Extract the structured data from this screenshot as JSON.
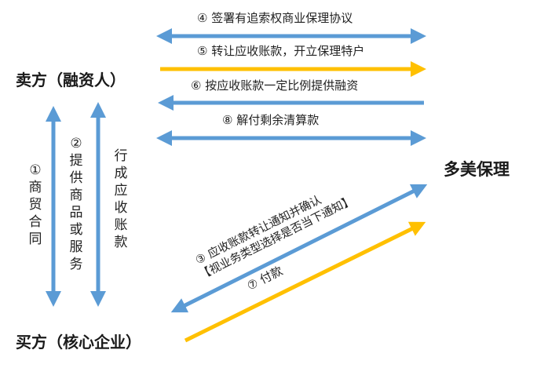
{
  "parties": {
    "seller": "卖方（融资人）",
    "factor": "多美保理",
    "buyer": "买方（核心企业）"
  },
  "flows": {
    "step4": "④ 签署有追索权商业保理协议",
    "step5": "⑤ 转让应收账款，开立保理特户",
    "step6": "⑥ 按应收账款一定比例提供融资",
    "step8": "⑧ 解付剩余清算款",
    "step3_line1": "③ 应收账款转让通知并确认",
    "step3_line2": "【视业务类型选择是否当下通知】",
    "step7": "⑦ 付款"
  },
  "vertical": {
    "step1": "①商贸合同",
    "step2": "②提供商品或服务",
    "receivable": "行成应收账款"
  },
  "colors": {
    "blue": "#5b9bd5",
    "yellow": "#ffc000",
    "text": "#222222"
  }
}
